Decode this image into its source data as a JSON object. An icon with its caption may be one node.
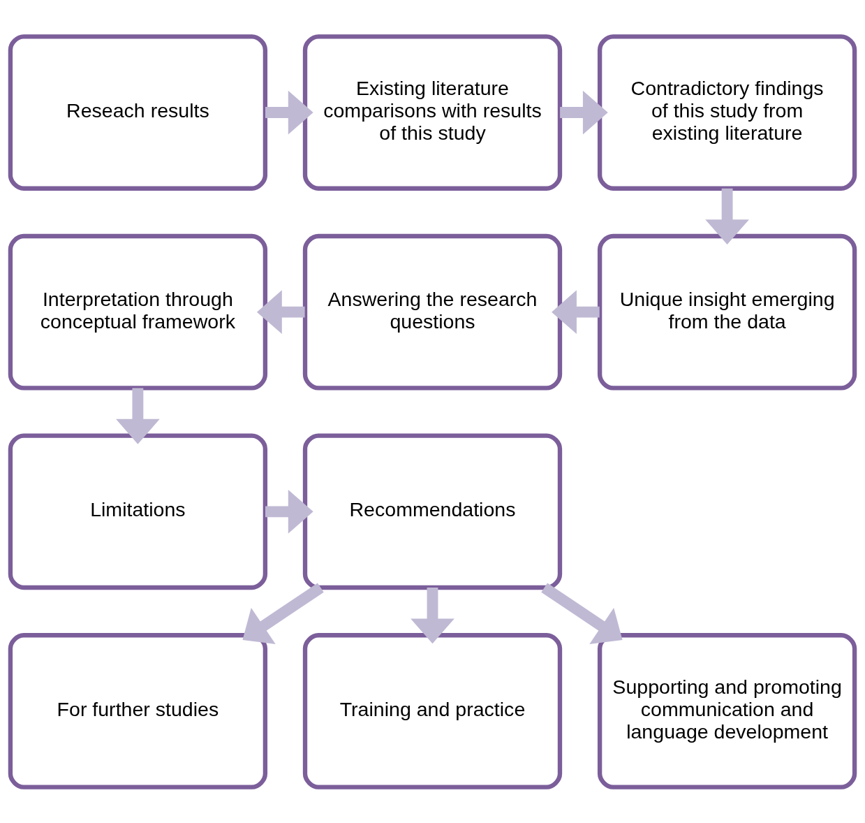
{
  "diagram": {
    "nodes": [
      {
        "text": [
          "Reseach results"
        ]
      },
      {
        "text": [
          "Existing literature comparisons with results of this study"
        ]
      },
      {
        "text": [
          "Contradictory findings of this study from existing literature"
        ]
      },
      {
        "text": [
          "Unique insight emerging from the data"
        ]
      },
      {
        "text": [
          "Answering the research questions"
        ]
      },
      {
        "text": [
          "Interpretation through conceptual framework"
        ]
      },
      {
        "text": [
          "Limitations"
        ]
      },
      {
        "text": [
          "Recommendations"
        ]
      },
      {
        "text": [
          "For further studies"
        ]
      },
      {
        "text": [
          "Training and practice"
        ]
      },
      {
        "text": [
          "Supporting and promoting communication and language development"
        ]
      }
    ],
    "edges": [
      {
        "from": 0,
        "to": 1,
        "arrow": "to"
      },
      {
        "from": 1,
        "to": 2,
        "arrow": "to"
      },
      {
        "from": 2,
        "to": 3,
        "arrow": "to"
      },
      {
        "from": 3,
        "to": 4,
        "arrow": "to"
      },
      {
        "from": 4,
        "to": 5,
        "arrow": "to"
      },
      {
        "from": 5,
        "to": 6,
        "arrow": "to"
      },
      {
        "from": 6,
        "to": 7,
        "arrow": "to"
      },
      {
        "from": 7,
        "to": 8,
        "arrow": "to"
      },
      {
        "from": 7,
        "to": 9,
        "arrow": "to"
      },
      {
        "from": 7,
        "to": 10,
        "arrow": "to"
      }
    ]
  }
}
